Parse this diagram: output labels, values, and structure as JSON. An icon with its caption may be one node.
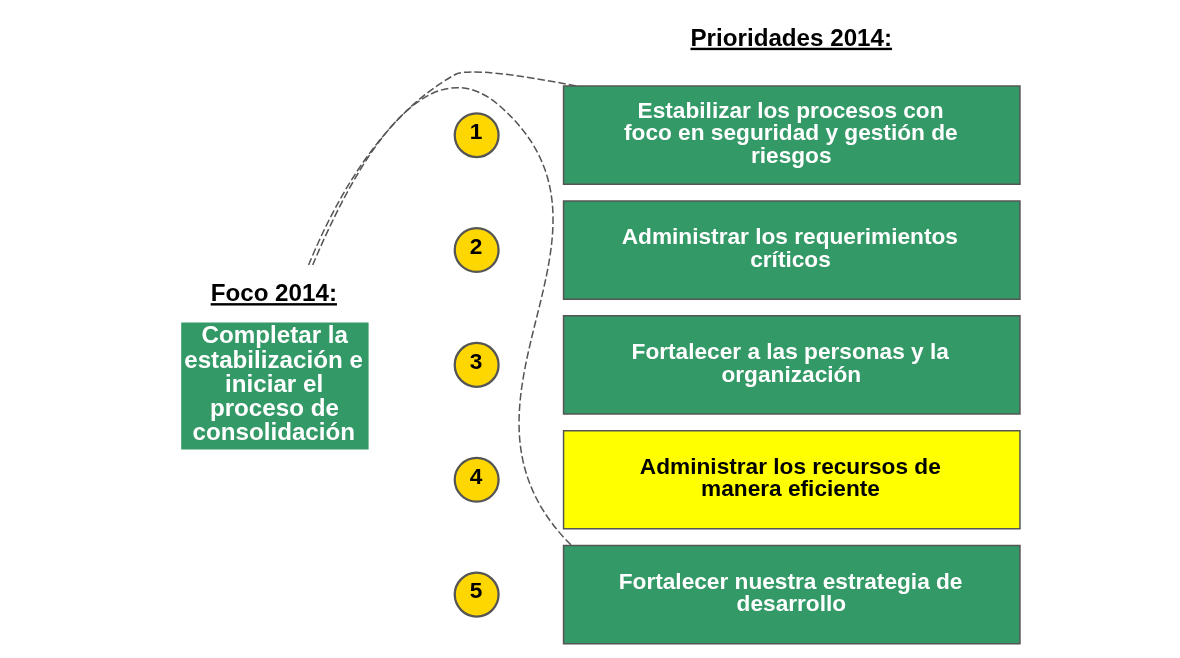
{
  "diagram": {
    "nodes": [
      {
        "text": [
          "Foco 2014:",
          "Completar la estabilización e iniciar el proceso de consolidación"
        ]
      },
      {
        "text": [
          "1"
        ]
      },
      {
        "text": [
          "Estabilizar los procesos con foco en seguridad y gestión de riesgos"
        ]
      },
      {
        "text": [
          "2"
        ]
      },
      {
        "text": [
          "Administrar los requerimientos críticos"
        ]
      },
      {
        "text": [
          "3"
        ]
      },
      {
        "text": [
          "Fortalecer a las personas y la organización"
        ]
      },
      {
        "text": [
          "4"
        ]
      },
      {
        "text": [
          "Administrar los recursos de manera eficiente"
        ]
      },
      {
        "text": [
          "5"
        ]
      },
      {
        "text": [
          "Fortalecer nuestra estrategia de desarrollo"
        ]
      }
    ],
    "edges": [
      {
        "from": 0,
        "to": 2,
        "arrow": "none",
        "style": "dashed"
      },
      {
        "from": 0,
        "to": 10,
        "arrow": "none",
        "style": "dashed"
      }
    ],
    "labels": [
      "Prioridades 2014:"
    ]
  }
}
